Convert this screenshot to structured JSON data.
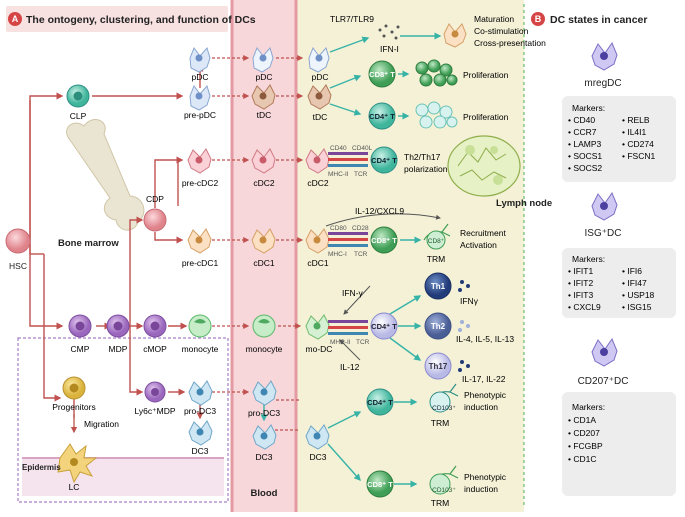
{
  "panel_a": {
    "badge": "A",
    "title": "The ontogeny, clustering, and function of DCs"
  },
  "panel_b": {
    "badge": "B",
    "title": "DC states in cancer",
    "states": [
      {
        "name": "mregDC",
        "markers_label": "Markers:",
        "col1": [
          "• CD40",
          "• CCR7",
          "• LAMP3",
          "• SOCS1",
          "• SOCS2"
        ],
        "col2": [
          "• RELB",
          "• IL4I1",
          "• CD274",
          "• FSCN1"
        ]
      },
      {
        "name": "ISG⁺DC",
        "markers_label": "Markers:",
        "col1": [
          "• IFIT1",
          "• IFIT2",
          "• IFIT3",
          "• CXCL9"
        ],
        "col2": [
          "• IFI6",
          "• IFI47",
          "• USP18",
          "• ISG15"
        ]
      },
      {
        "name": "CD207⁺DC",
        "markers_label": "Markers:",
        "col1": [
          "• CD1A",
          "• CD207",
          "• FCGBP",
          "• CD1C"
        ],
        "col2": []
      }
    ]
  },
  "regions": {
    "bone_marrow": "Bone marrow",
    "blood": "Blood",
    "lymph_node": "Lymph node",
    "epidermis": "Epidermis"
  },
  "cells": {
    "hsc": "HSC",
    "clp": "CLP",
    "cmp": "CMP",
    "mdp": "MDP",
    "cdp": "CDP",
    "cmop": "cMOP",
    "monocyte_bm": "monocyte",
    "ly6c_mdp": "Ly6c⁺MDP",
    "pro_dc3_bm": "pro-DC3",
    "dc3_bm": "DC3",
    "progenitors": "Progenitors",
    "migration": "Migration",
    "lc": "LC",
    "pdc_bm": "pDC",
    "pre_pdc": "pre-pDC",
    "pre_cdc2": "pre-cDC2",
    "pre_cdc1": "pre-cDC1",
    "pdc_blood": "pDC",
    "tdc_blood": "tDC",
    "cdc2_blood": "cDC2",
    "cdc1_blood": "cDC1",
    "monocyte_blood": "monocyte",
    "pro_dc3_blood": "pro-DC3",
    "dc3_blood": "DC3",
    "pdc_t": "pDC",
    "tdc_t": "tDC",
    "cdc2_t": "cDC2",
    "cdc1_t": "cDC1",
    "modc": "mo-DC",
    "dc3_t": "DC3"
  },
  "tcells": {
    "cd8_a": "CD8⁺ T",
    "cd4_a": "CD4⁺ T",
    "cd4_b": "CD4⁺ T",
    "cd8_b": "CD8⁺ T",
    "cd8_trm": "CD8⁺",
    "cd4_c": "CD4⁺ T",
    "cd4_d": "CD4⁺ T",
    "cd8_c": "CD8⁺ T",
    "th1": "Th1",
    "th2": "Th2",
    "th17": "Th17"
  },
  "labels": {
    "tlr": "TLR7/TLR9",
    "ifn_i": "IFN-I",
    "maturation": "Maturation",
    "costim": "Co-stimulation",
    "crosspres": "Cross-presentation",
    "prolif1": "Proliferation",
    "prolif2": "Proliferation",
    "th2th17_1": "Th2/Th17",
    "th2th17_2": "polarization",
    "il12cxcl9": "IL-12/CXCL9",
    "recruit": "Recruitment",
    "activation": "Activation",
    "trm1": "TRM",
    "ifng_arrow": "IFN-γ",
    "il12": "IL-12",
    "ifng_out": "IFNγ",
    "il4": "IL-4, IL-5, IL-13",
    "il17": "IL-17, IL-22",
    "cd103_1": "CD103⁺",
    "trm2": "TRM",
    "pheno1a": "Phenotypic",
    "pheno1b": "induction",
    "cd103_2": "CD103⁺",
    "trm3": "TRM",
    "pheno2a": "Phenotypic",
    "pheno2b": "induction",
    "cd40": "CD40",
    "cd40l": "CD40L",
    "mhc2_a": "MHC-II",
    "tcr_a": "TCR",
    "cd80": "CD80",
    "cd28": "CD28",
    "mhc1": "MHC-I",
    "tcr_b": "TCR",
    "mhc2_b": "MHC-II",
    "tcr_c": "TCR"
  },
  "colors": {
    "red_badge": "#d64545",
    "blood_bg": "#f4d4d8",
    "arrow": "#c0514f",
    "teal": "#36b3a6",
    "green_cell": "#3fae67"
  }
}
